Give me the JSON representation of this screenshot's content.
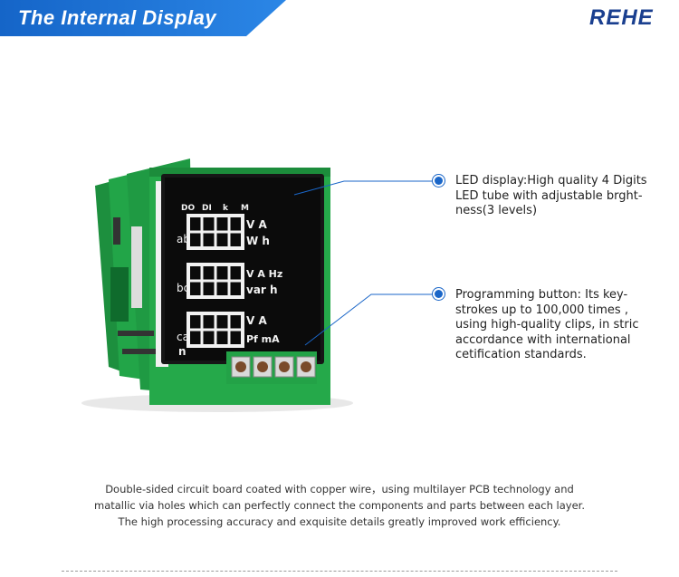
{
  "header": {
    "title": "The Internal Display",
    "brand": "REHE",
    "colors": {
      "title_bg": "#1e6fd2",
      "brand": "#1a3f8f"
    }
  },
  "display": {
    "top_labels": [
      "DO",
      "DI",
      "k",
      "M"
    ],
    "row1_prefix": "ab",
    "row1_units": [
      "V A",
      "W h"
    ],
    "row2_prefix": "bc",
    "row2_units": [
      "V A Hz",
      "var h"
    ],
    "row3_prefix": "ca",
    "row3_prefix2": "n",
    "row3_units": [
      "V A",
      "Pf mA"
    ],
    "digits": "8.8.8.8"
  },
  "callouts": [
    {
      "text": "LED display:High quality 4 Digits LED tube with adjustable brght-ness(3 levels)"
    },
    {
      "text": "Programming button:  Its key-strokes up to 100,000 times ,  using high-quality clips, in stric accordance with international cetification standards."
    }
  ],
  "footer": {
    "line1": "Double-sided circuit board coated with copper wire，using multilayer PCB technology and",
    "line2": "matallic via holes which can perfectly connect the components and parts between each layer.",
    "line3": "The high processing accuracy and exquisite details greatly improved work efficiency."
  }
}
